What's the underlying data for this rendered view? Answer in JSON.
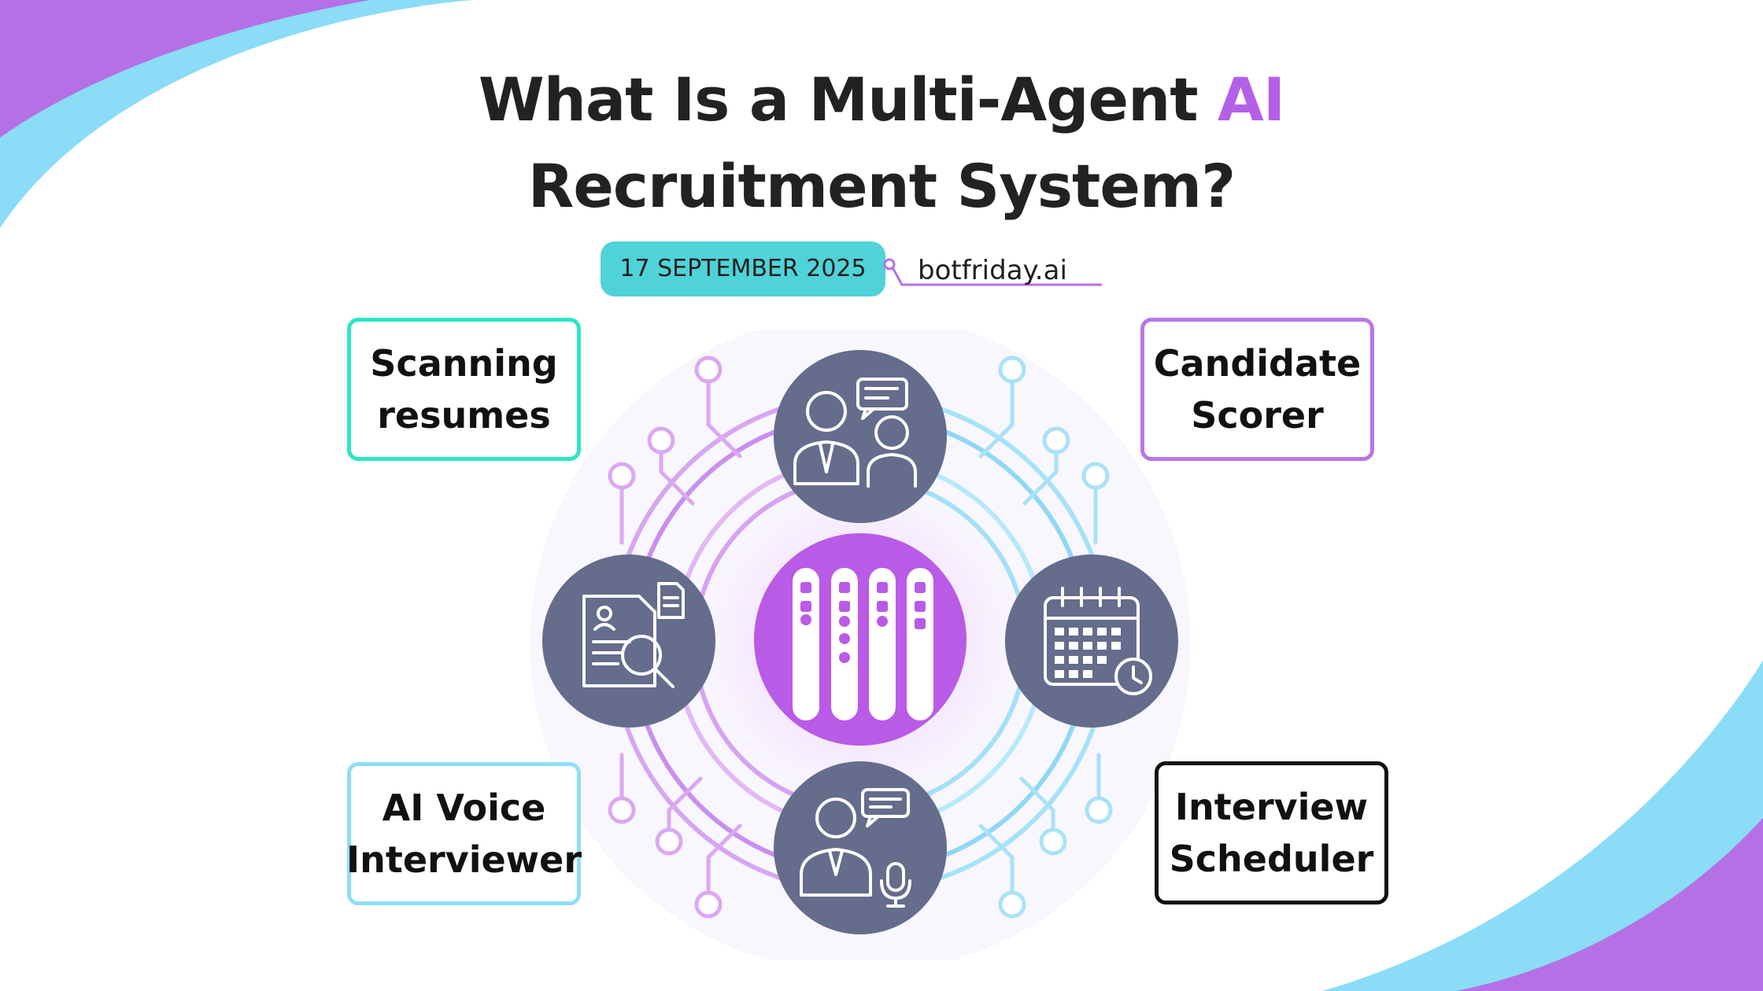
{
  "title": {
    "line1_prefix": "What Is a Multi-Agent ",
    "line1_accent": "AI",
    "line2": "Recruitment System?"
  },
  "date": "17 SEPTEMBER  2025",
  "site": "botfriday.ai",
  "labels": {
    "top_left": "Scanning resumes",
    "top_right": "Candidate Scorer",
    "bottom_left": "AI Voice Interviewer",
    "bottom_right": "Interview Scheduler"
  },
  "icons": {
    "center": "ai-agents-hub-icon",
    "top": "interview-conversation-icon",
    "left": "resume-search-icon",
    "right": "calendar-clock-icon",
    "bottom": "voice-interviewer-icon"
  },
  "colors": {
    "accent_purple": "#b460e6",
    "teal_pill": "#4fd3d8",
    "node_fill": "#656c8c",
    "hub_fill": "#b95be6",
    "wave_purple": "#b570e6",
    "wave_blue": "#8bdcf7"
  }
}
